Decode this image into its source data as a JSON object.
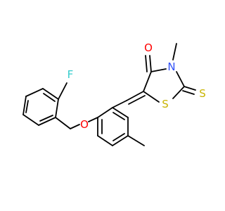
{
  "atoms": [
    {
      "name": "fluorine",
      "label": "F",
      "color": "#33cccc"
    },
    {
      "name": "ether-oxygen",
      "label": "O",
      "color": "#ff0000"
    },
    {
      "name": "carbonyl-oxygen",
      "label": "O",
      "color": "#ff0000"
    },
    {
      "name": "ring-nitrogen",
      "label": "N",
      "color": "#3050f8"
    },
    {
      "name": "ring-sulfur",
      "label": "S",
      "color": "#c8b400"
    },
    {
      "name": "thione-sulfur",
      "label": "S",
      "color": "#c8b400"
    }
  ],
  "colors": {
    "bond": "#000000",
    "background": "#ffffff"
  }
}
